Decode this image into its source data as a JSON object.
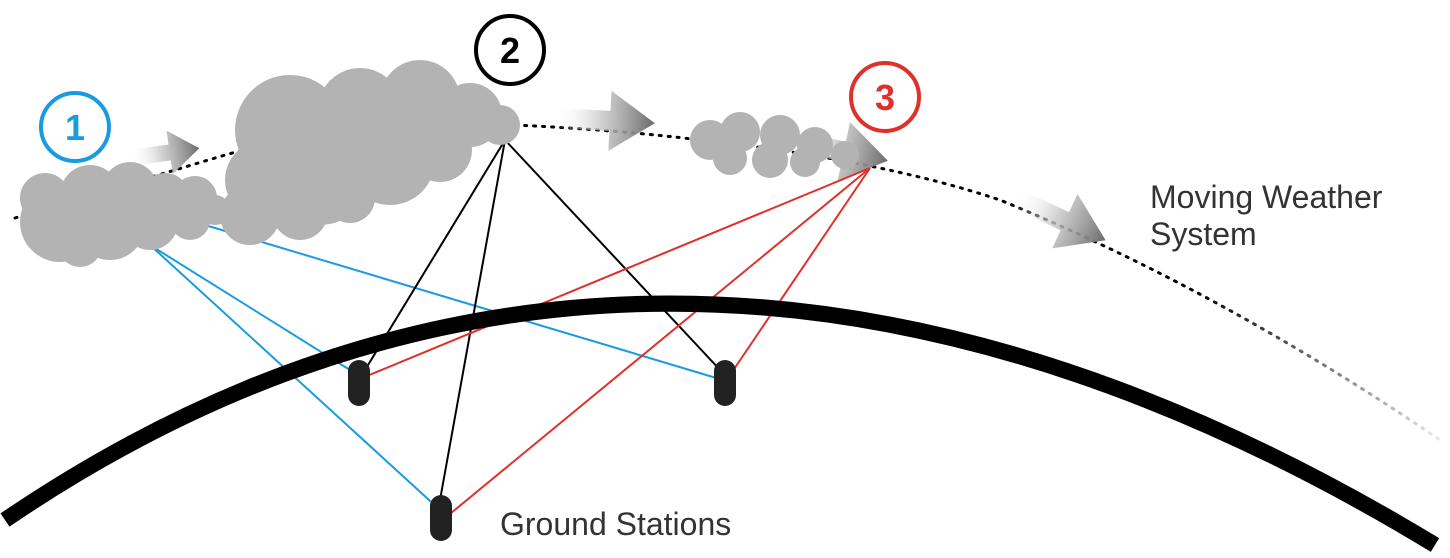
{
  "markers": [
    {
      "label": "1",
      "color": "#1a9be0"
    },
    {
      "label": "2",
      "color": "#000000"
    },
    {
      "label": "3",
      "color": "#e0302a"
    }
  ],
  "labels": {
    "weather_line1": "Moving Weather",
    "weather_line2": "System",
    "ground_stations": "Ground Stations"
  },
  "colors": {
    "earth": "#000000",
    "cloud": "#b3b3b3",
    "ray_position_1": "#1a9be0",
    "ray_position_2": "#000000",
    "ray_position_3": "#e0302a",
    "station": "#222222"
  },
  "ground_station_count": 3
}
